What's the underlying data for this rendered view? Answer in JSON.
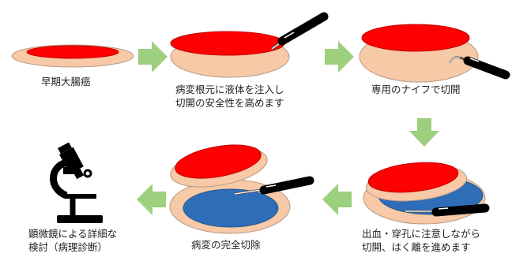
{
  "steps": [
    {
      "lines": [
        "早期大腸癌"
      ]
    },
    {
      "lines": [
        "病変根元に液体を注入し",
        "切開の安全性を高めます"
      ]
    },
    {
      "lines": [
        "専用のナイフで切開"
      ]
    },
    {
      "lines": [
        "出血・穿孔に注意しながら",
        "切開、はく離を進めます"
      ]
    },
    {
      "lines": [
        "病変の完全切除"
      ]
    },
    {
      "lines": [
        "顕微鏡による詳細な",
        "検討（病理診断）"
      ]
    }
  ],
  "colors": {
    "lesion": "#ff0000",
    "mucosa": "#f7c9a7",
    "submucosa": "#2e6db7",
    "arrow": "#9ccf7e",
    "knife": "#000000"
  }
}
